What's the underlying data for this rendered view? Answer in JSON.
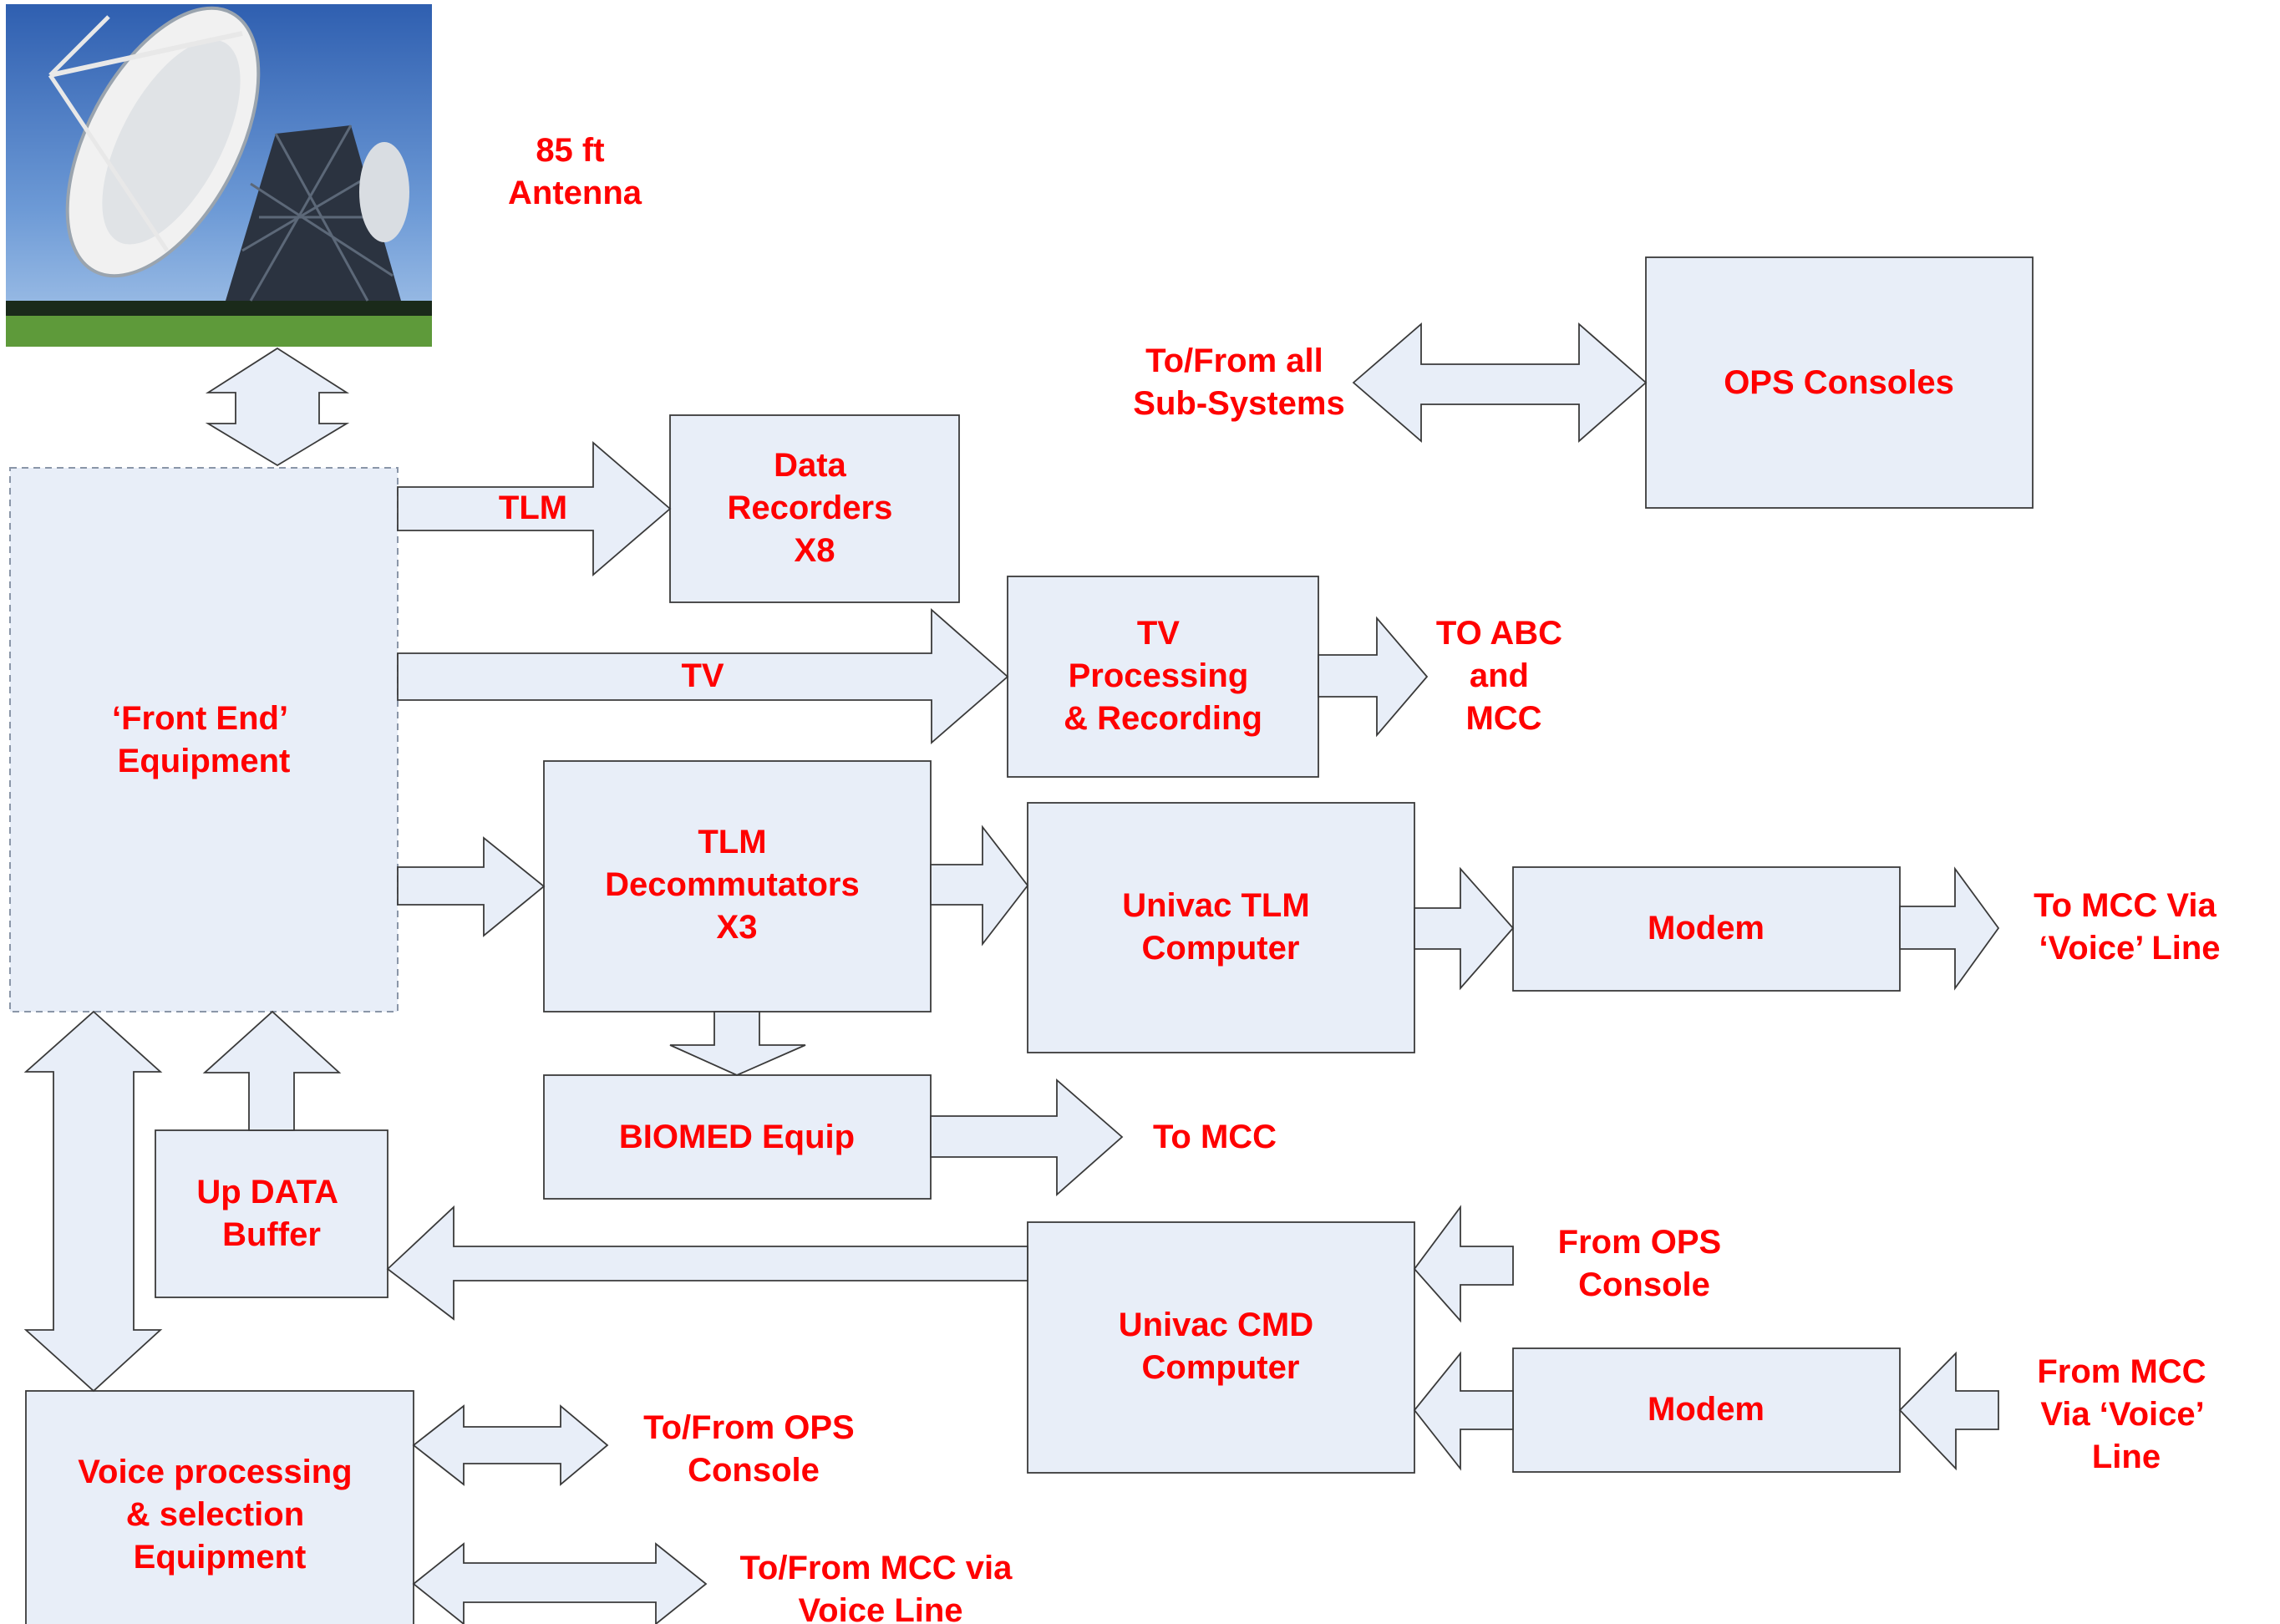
{
  "nodes": {
    "antenna": {
      "label": [
        "85 ft",
        "Antenna"
      ]
    },
    "front_end": {
      "label": [
        "‘Front End’",
        "Equipment"
      ]
    },
    "data_recorders": {
      "label": [
        "Data",
        "Recorders",
        "X8"
      ]
    },
    "ops_consoles": {
      "label": [
        "OPS Consoles"
      ]
    },
    "tv_processing": {
      "label": [
        "TV",
        "Processing",
        "& Recording"
      ]
    },
    "tlm_decom": {
      "label": [
        "TLM",
        "Decommutators",
        "X3"
      ]
    },
    "univac_tlm": {
      "label": [
        "Univac TLM",
        "Computer"
      ]
    },
    "modem_top": {
      "label": [
        "Modem"
      ]
    },
    "biomed": {
      "label": [
        "BIOMED Equip"
      ]
    },
    "up_data": {
      "label": [
        "Up DATA",
        "Buffer"
      ]
    },
    "univac_cmd": {
      "label": [
        "Univac CMD",
        "Computer"
      ]
    },
    "modem_bottom": {
      "label": [
        "Modem"
      ]
    },
    "voice_proc": {
      "label": [
        "Voice processing",
        "& selection",
        "Equipment"
      ]
    }
  },
  "edges": {
    "tlm": "TLM",
    "tv": "TV",
    "to_from_subsystems": [
      "To/From all",
      "Sub-Systems"
    ],
    "to_abc_mcc": [
      "TO ABC",
      "and",
      "MCC"
    ],
    "to_mcc_voice": [
      "To MCC Via",
      "‘Voice’ Line"
    ],
    "to_mcc": "To MCC",
    "from_ops_console": [
      "From OPS",
      "Console"
    ],
    "from_mcc_voice": [
      "From MCC",
      "Via ‘Voice’",
      "Line"
    ],
    "to_from_ops_console": [
      "To/From OPS",
      "Console"
    ],
    "to_from_mcc_voice": [
      "To/From MCC via",
      "Voice Line"
    ]
  },
  "colors": {
    "text": "#ff0000",
    "box_fill": "#e8eef8",
    "stroke": "#3a3a3a"
  }
}
